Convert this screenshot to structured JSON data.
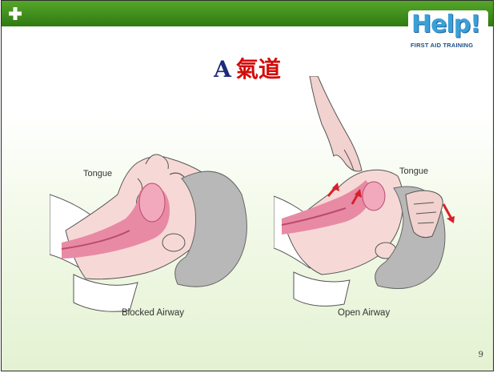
{
  "header": {
    "logo_text": "Help!",
    "logo_tagline": "FIRST AID TRAINING",
    "colors": {
      "bar": "#3b8a1a",
      "logo_blue": "#3aa0d8"
    }
  },
  "title": {
    "latin": "A",
    "cjk": "氣道"
  },
  "figures": {
    "left": {
      "label": "Tongue",
      "caption": "Blocked Airway"
    },
    "right": {
      "label": "Tongue",
      "caption": "Open Airway"
    }
  },
  "page_number": "9"
}
